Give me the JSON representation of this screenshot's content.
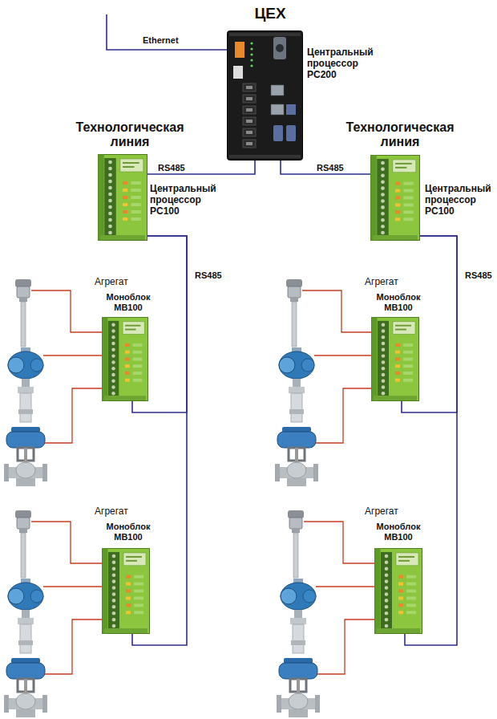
{
  "diagram": {
    "title": "ЦЕХ",
    "nodes": [
      {
        "text": [
          "Центральный процессор PC200"
        ]
      },
      {
        "text": [
          "Технологическая линия",
          "Центральный процессор PC100"
        ]
      },
      {
        "text": [
          "Технологическая линия",
          "Центральный процессор PC100"
        ]
      },
      {
        "text": [
          "Агрегат",
          "Моноблок MB100"
        ]
      },
      {
        "text": [
          "Агрегат",
          "Моноблок MB100"
        ]
      },
      {
        "text": [
          "Агрегат",
          "Моноблок MB100"
        ]
      },
      {
        "text": [
          "Агрегат",
          "Моноблок MB100"
        ]
      }
    ],
    "edges": [
      {
        "from": 0,
        "to": 1,
        "arrow": "none",
        "label": "RS485"
      },
      {
        "from": 0,
        "to": 2,
        "arrow": "none",
        "label": "RS485"
      },
      {
        "from": 1,
        "to": 3,
        "arrow": "none",
        "label": "RS485"
      },
      {
        "from": 1,
        "to": 5,
        "arrow": "none"
      },
      {
        "from": 2,
        "to": 4,
        "arrow": "none",
        "label": "RS485"
      },
      {
        "from": 2,
        "to": 6,
        "arrow": "none"
      }
    ],
    "labels": [
      "Ethernet"
    ]
  }
}
